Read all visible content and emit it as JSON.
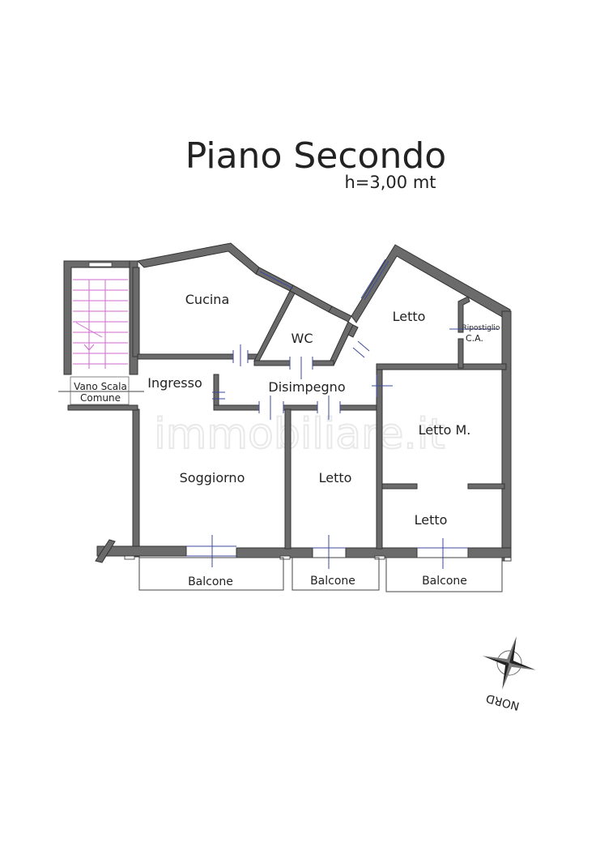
{
  "header": {
    "title": "Piano Secondo",
    "subtitle": "h=3,00 mt"
  },
  "rooms": {
    "cucina": "Cucina",
    "wc": "WC",
    "letto_top": "Letto",
    "ripostiglio": "Ripostiglio",
    "ca": "C.A.",
    "vano_scala_line1": "Vano Scala",
    "vano_scala_line2": "Comune",
    "ingresso": "Ingresso",
    "disimpegno": "Disimpegno",
    "letto_m": "Letto M.",
    "soggiorno": "Soggiorno",
    "letto_middle": "Letto",
    "letto_bottom_right": "Letto"
  },
  "balconies": {
    "left": "Balcone",
    "middle": "Balcone",
    "right": "Balcone"
  },
  "compass": {
    "label": "NORD"
  },
  "watermark": {
    "text": "immobiliare.it"
  },
  "colors": {
    "wall": "#6b6b6b",
    "stairs": "#d06ad0",
    "openings": "#3c4a9c"
  }
}
